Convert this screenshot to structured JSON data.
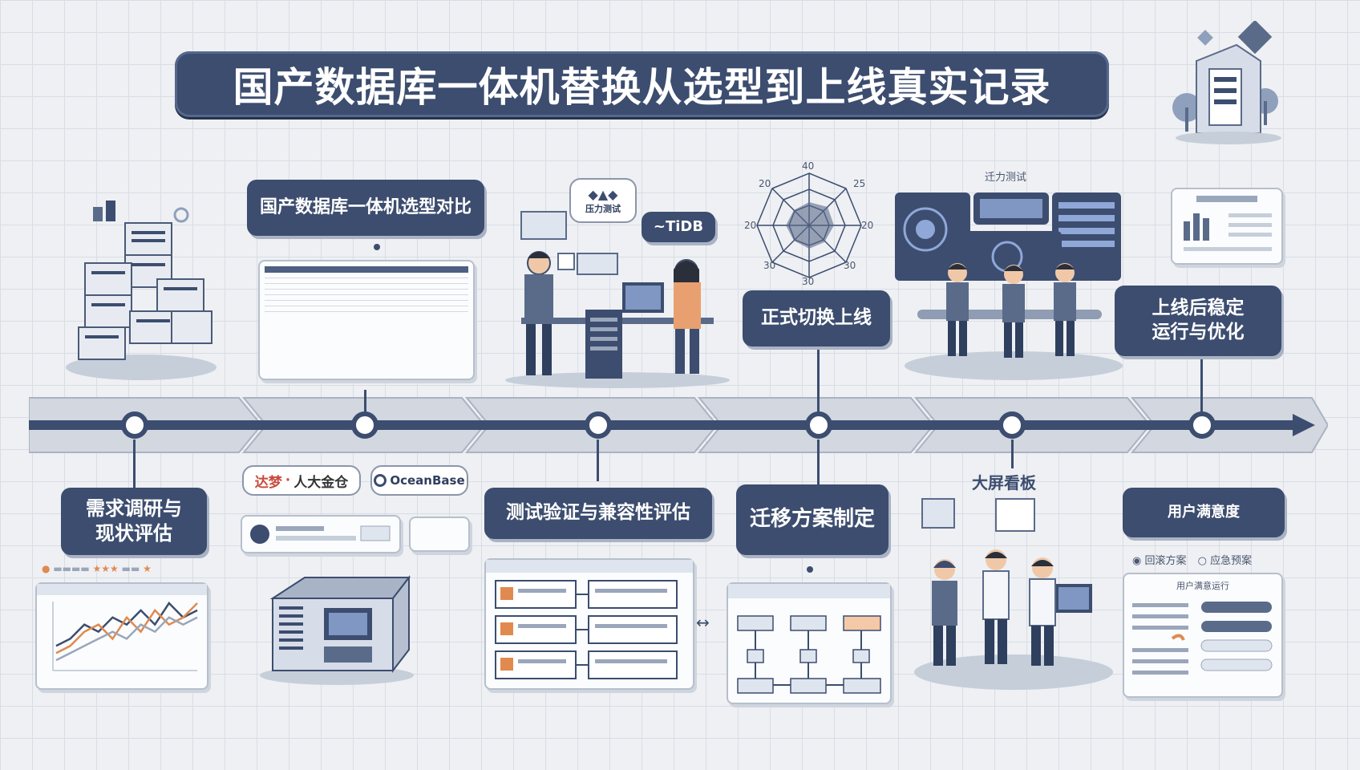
{
  "title": "国产数据库一体机替换从选型到上线真实记录",
  "steps": [
    {
      "id": "s1",
      "label": "需求调研与\n现状评估"
    },
    {
      "id": "s2",
      "label": "国产数据库一体机选型对比"
    },
    {
      "id": "s3",
      "label": "测试验证与兼容性评估"
    },
    {
      "id": "s4",
      "label": "迁移方案制定"
    },
    {
      "id": "s5",
      "label": "正式切换上线"
    },
    {
      "id": "s6",
      "label": "上线后稳定\n运行与优化"
    }
  ],
  "vendors": {
    "dameng": "达梦",
    "kingbase": "人大金仓",
    "oceanbase": "OceanBase",
    "tidb": "~TiDB"
  },
  "misc": {
    "stress_test": "压力测试",
    "migration_test": "迁力测试",
    "rollback_plan": "回滚方案",
    "emergency_plan": "应急预案",
    "user_satisfaction": "用户满意度",
    "user_feedback": "用户满意运行",
    "big_screen": "大屏看板",
    "radar_ticks": [
      "40",
      "20",
      "20",
      "30",
      "30",
      "30",
      "20",
      "25"
    ]
  },
  "comparison_table": {
    "headers": [
      "",
      "",
      "",
      ""
    ],
    "rows": [
      [
        "",
        "",
        "",
        ""
      ],
      [
        "",
        "",
        "",
        ""
      ],
      [
        "",
        "",
        "",
        ""
      ],
      [
        "",
        "",
        "",
        ""
      ],
      [
        "",
        "",
        "",
        ""
      ],
      [
        "",
        "",
        "",
        ""
      ],
      [
        "",
        "",
        "",
        ""
      ]
    ]
  },
  "chart_data": {
    "type": "line",
    "title": "",
    "series": [
      {
        "values": [
          3,
          4,
          6,
          5,
          7,
          6,
          8,
          6,
          9,
          7,
          8
        ]
      },
      {
        "values": [
          2,
          3,
          5,
          6,
          4,
          7,
          5,
          8,
          6,
          7,
          9
        ]
      },
      {
        "values": [
          1,
          2,
          3,
          4,
          5,
          4,
          6,
          5,
          7,
          6,
          7
        ]
      }
    ],
    "colors": [
      "#3c4d6f",
      "#e08a50",
      "#9aa6ba"
    ]
  },
  "colors": {
    "primary": "#3c4d6f",
    "accent": "#e08a50",
    "grid": "#d9dde4"
  }
}
